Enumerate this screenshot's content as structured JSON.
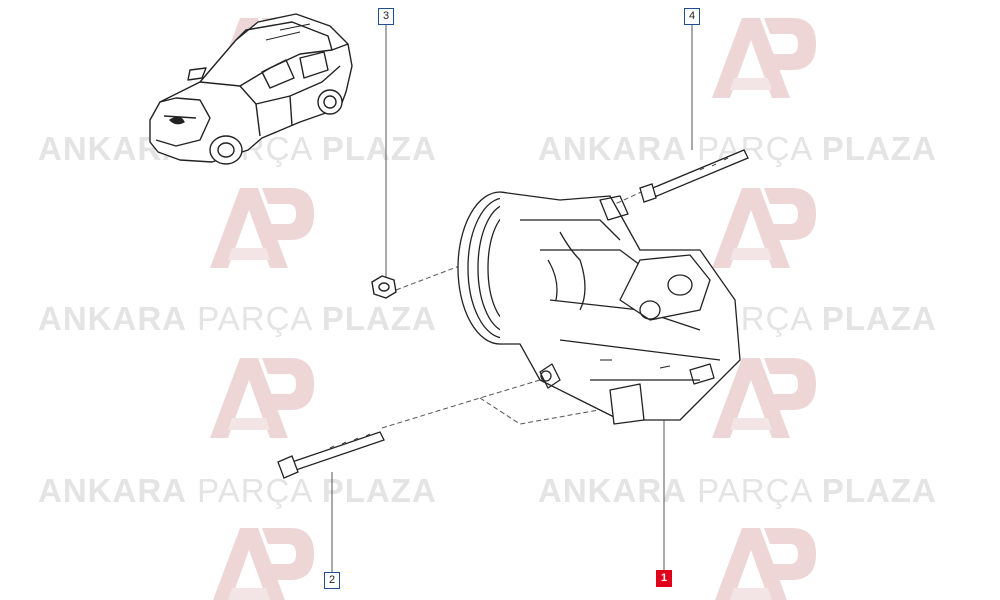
{
  "watermark": {
    "brand_bold_1": "ANKARA",
    "brand_light": "PARÇA",
    "brand_bold_2": "PLAZA",
    "logo_color": "#e8c8c8",
    "text_color": "#e4e4e4"
  },
  "callouts": [
    {
      "label": "1",
      "highlighted": true
    },
    {
      "label": "2",
      "highlighted": false
    },
    {
      "label": "3",
      "highlighted": false
    },
    {
      "label": "4",
      "highlighted": false
    }
  ],
  "colors": {
    "line": "#222222",
    "leader": "#555555",
    "callout_border": "#1d4f91",
    "highlight": "#e0001b"
  }
}
